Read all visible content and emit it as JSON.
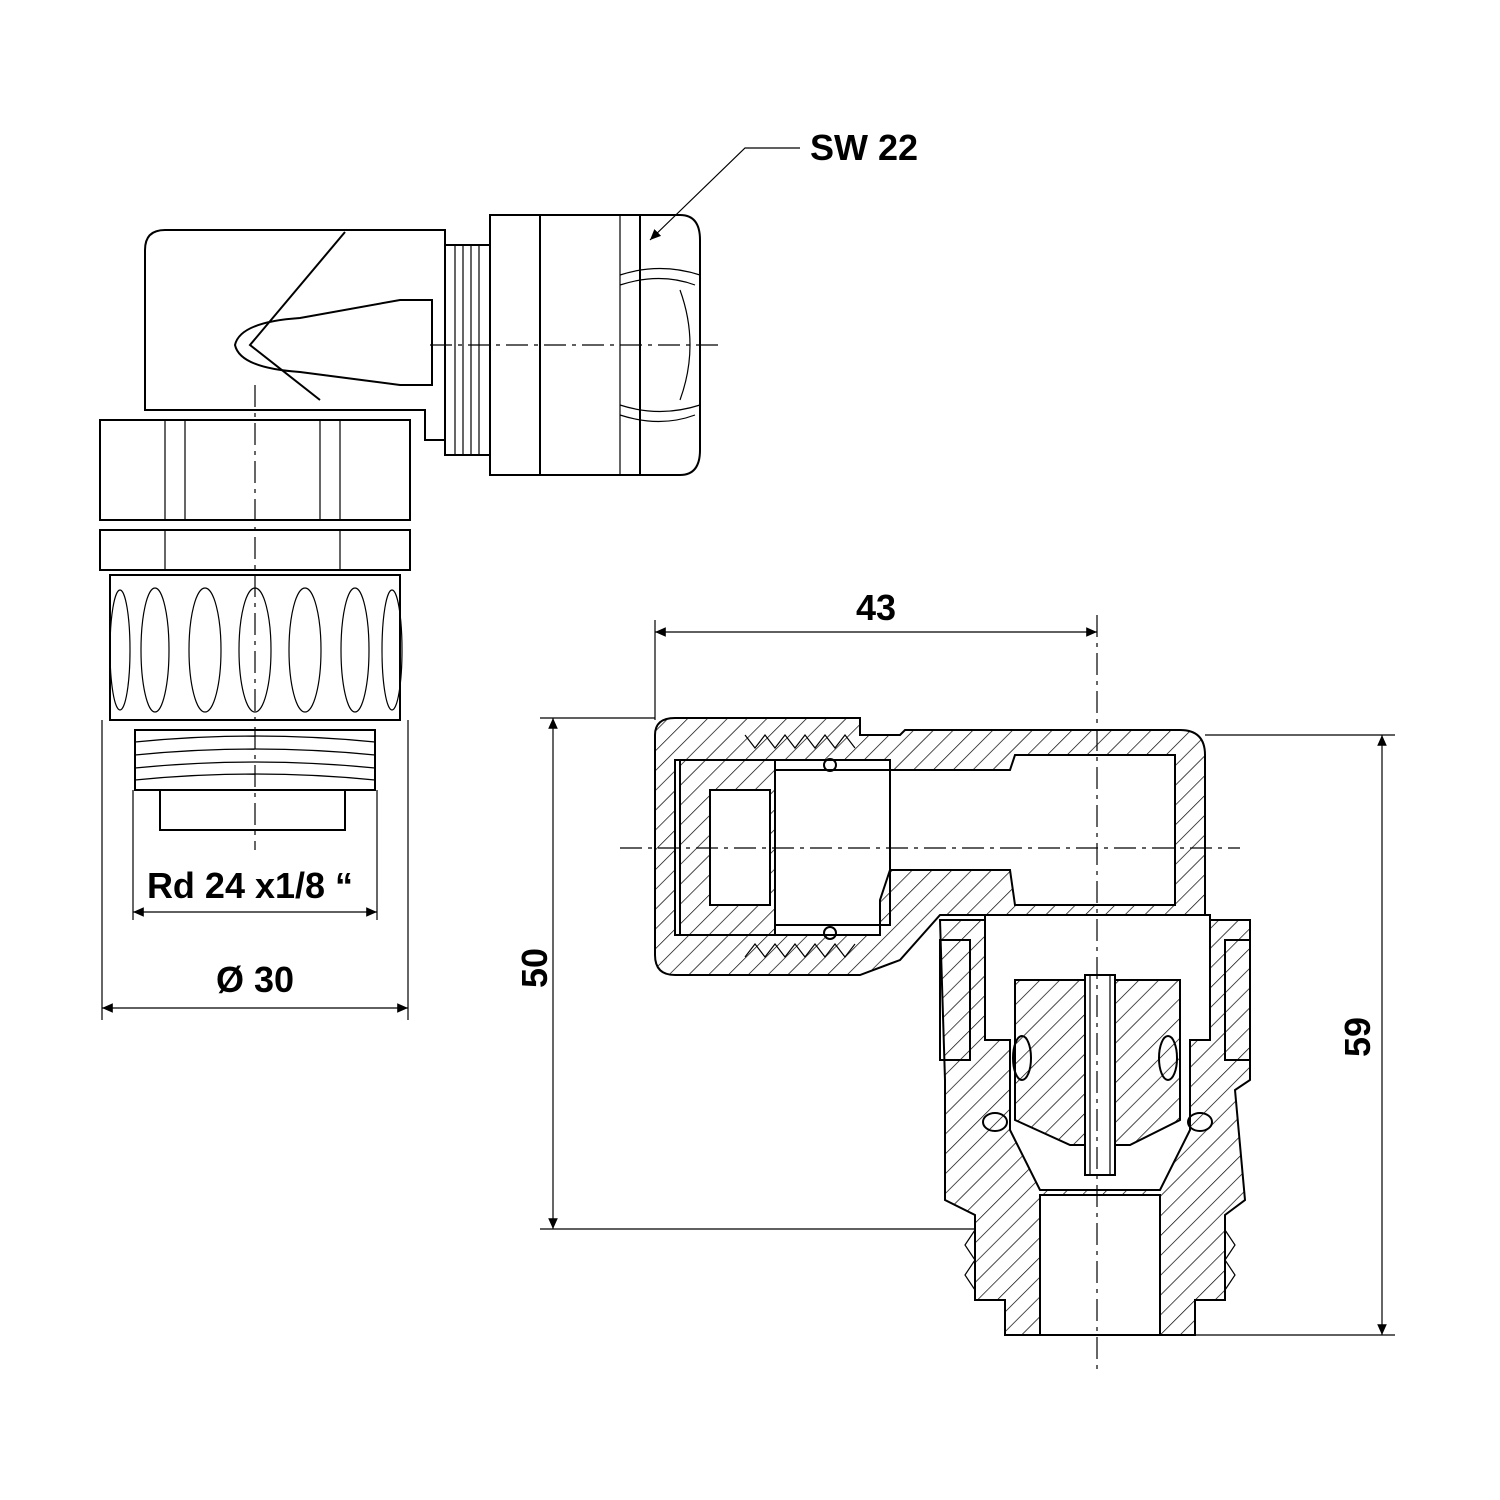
{
  "labels": {
    "wrench_size": "SW 22",
    "thread": "Rd 24 x1/8 “",
    "diameter": "Ø 30",
    "width": "43",
    "height_inner": "50",
    "height_total": "59"
  }
}
